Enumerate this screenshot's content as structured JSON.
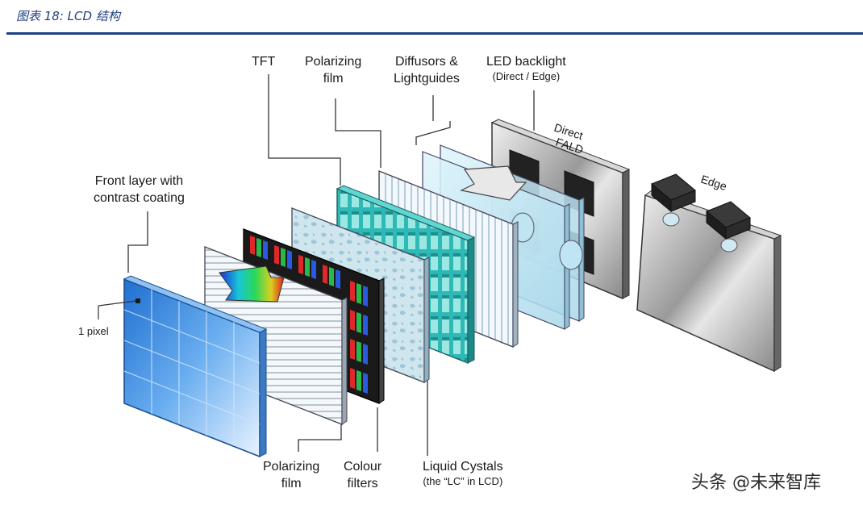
{
  "figure": {
    "caption": "图表 18:  LCD 结构"
  },
  "labels": {
    "tft": "TFT",
    "polarizing_top": {
      "line1": "Polarizing",
      "line2": "film"
    },
    "diffusors": {
      "line1": "Diffusors &",
      "line2": "Lightguides"
    },
    "led": {
      "line1": "LED backlight",
      "line2": "(Direct / Edge)"
    },
    "direct": {
      "line1": "Direct",
      "line2": "FALD"
    },
    "edge": "Edge",
    "front": {
      "line1": "Front layer with",
      "line2": "contrast coating"
    },
    "pixel": "1 pixel",
    "polarizing_bottom": {
      "line1": "Polarizing",
      "line2": "film"
    },
    "colour": {
      "line1": "Colour",
      "line2": "filters"
    },
    "liquid": {
      "line1": "Liquid Cystals",
      "line2": "(the “LC” in LCD)"
    }
  },
  "watermark": "头条 @未来智库",
  "colors": {
    "title": "#1f3f80",
    "rule": "#1a3f86",
    "blue": "#5aa0e8",
    "teal": "#35c4c2",
    "led_dark": "#2a2a2a"
  }
}
